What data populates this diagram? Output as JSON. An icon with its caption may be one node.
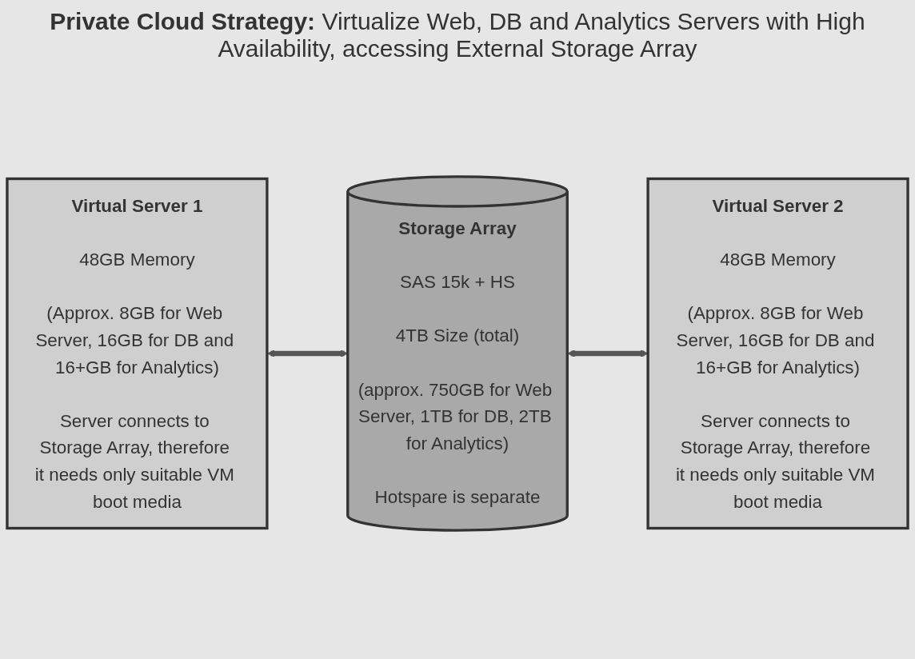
{
  "diagram": {
    "title": "**Private Cloud Strategy:** Virtualize Web, DB and Analytics Servers with High Availability, accessing External Storage Array",
    "nodes": [
      {
        "text": [
          "Virtual Server 1",
          "48GB Memory",
          "(Approx. 8GB for Web Server, 16GB for DB and 16+GB for Analytics)",
          "Server connects to Storage Array, therefore it needs only suitable VM boot media"
        ]
      },
      {
        "text": [
          "Storage Array",
          "SAS 15k + HS",
          "4TB Size (total)",
          "(approx. 750GB for Web Server, 1TB for DB, 2TB for Analytics)",
          "Hotspare is separate"
        ]
      },
      {
        "text": [
          "Virtual Server 2",
          "48GB Memory",
          "(Approx. 8GB for Web Server, 16GB for DB and 16+GB for Analytics)",
          "Server connects to Storage Array, therefore it needs only suitable VM boot media"
        ]
      }
    ],
    "edges": [
      {
        "from": 0,
        "to": 1,
        "arrow": "both"
      },
      {
        "from": 1,
        "to": 2,
        "arrow": "both"
      }
    ]
  }
}
